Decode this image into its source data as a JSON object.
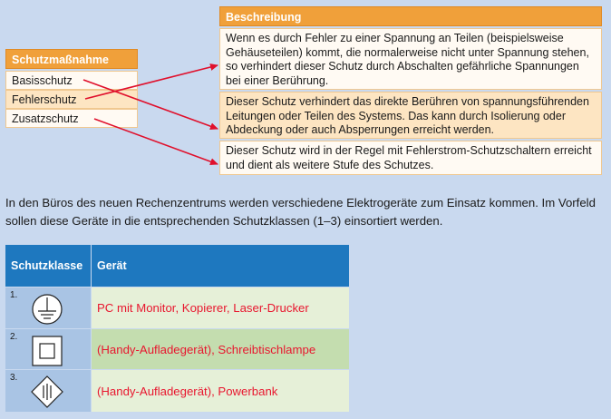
{
  "left_table": {
    "header": "Schutzmaßnahme",
    "rows": [
      "Basisschutz",
      "Fehlerschutz",
      "Zusatzschutz"
    ]
  },
  "right_table": {
    "header": "Beschreibung",
    "rows": [
      "Wenn es durch Fehler zu einer Spannung an Teilen (beispielsweise Gehäuseteilen) kommt, die normalerweise nicht unter Spannung stehen, so verhindert dieser Schutz durch Abschalten gefährliche Spannungen bei einer Berührung.",
      "Dieser Schutz verhindert das direkte Berühren von spannungsführenden Leitungen oder Teilen des Systems. Das kann durch Isolierung oder Abdeckung oder auch Absperrungen erreicht werden.",
      "Dieser Schutz wird in der Regel mit Fehlerstrom-Schutzschaltern erreicht und dient als weitere Stufe des Schutzes."
    ]
  },
  "paragraph": "In den Büros des neuen Rechenzentrums werden verschiedene Elektrogeräte zum Einsatz kommen. Im Vorfeld sollen diese Geräte in die entsprechenden Schutzklassen (1–3) einsortiert werden.",
  "class_table": {
    "headers": [
      "Schutzklasse",
      "Gerät"
    ],
    "rows": [
      {
        "num": "1.",
        "symbol": "protective-earth-icon",
        "devices": "PC mit Monitor, Kopierer, Laser-Drucker"
      },
      {
        "num": "2.",
        "symbol": "double-insulation-icon",
        "devices": "(Handy-Aufladegerät), Schreibtischlampe"
      },
      {
        "num": "3.",
        "symbol": "safety-extra-low-voltage-icon",
        "devices": "(Handy-Aufladegerät), Powerbank"
      }
    ]
  },
  "colors": {
    "background": "#c9d9ef",
    "orange_header": "#f0a03a",
    "blue_header": "#1e78bf",
    "arrow_red": "#e0102c",
    "answer_red": "#e8172f"
  }
}
